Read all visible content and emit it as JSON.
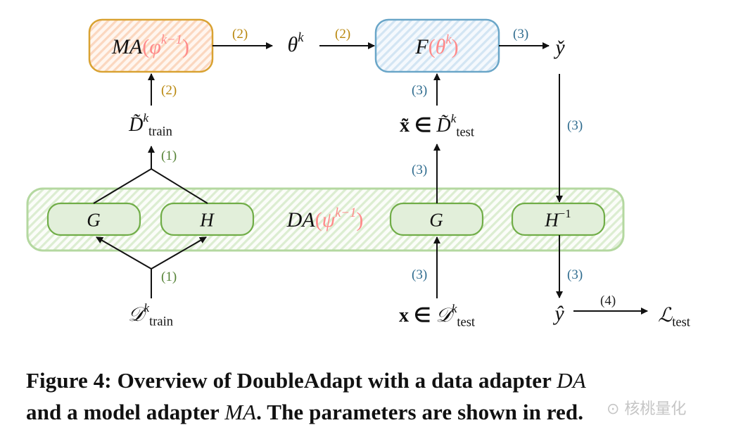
{
  "colors": {
    "ma_border": "#d9a232",
    "ma_fill_stripe": "#fbd7bf",
    "f_border": "#6aa6c8",
    "f_fill_stripe": "#cfe2f1",
    "da_border": "#b4d8a0",
    "da_stripe": "#dcedd1",
    "inner_border": "#70ad47",
    "inner_fill": "#e2efda",
    "param_red": "#ff8a8a",
    "step1": "#548235",
    "step2": "#b8860b",
    "step3": "#2e6b8e",
    "step4": "#222222"
  },
  "nodes": {
    "ma": {
      "prefix": "MA",
      "param": "φ",
      "param_sup": "k−1"
    },
    "f": {
      "prefix": "F",
      "param": "θ",
      "param_sup": "k"
    },
    "da": {
      "prefix": "DA",
      "param": "ψ",
      "param_sup": "k−1"
    },
    "g1": {
      "label": "G"
    },
    "h": {
      "label": "H"
    },
    "g2": {
      "label": "G"
    },
    "hinv": {
      "label": "H",
      "sup": "−1"
    }
  },
  "symbols": {
    "theta_k": {
      "base": "θ",
      "sup": "k"
    },
    "y_check": "y̌",
    "y_hat": "ŷ",
    "d_train_tilde": {
      "base": "D̃",
      "sup": "k",
      "sub": "train"
    },
    "d_train": {
      "base": "𝒟",
      "sup": "k",
      "sub": "train"
    },
    "x_tilde_test": {
      "prefix": "x̃ ∈ ",
      "base": "D̃",
      "sup": "k",
      "sub": "test"
    },
    "x_test": {
      "prefix": "x ∈ ",
      "base": "𝒟",
      "sup": "k",
      "sub": "test"
    },
    "loss": {
      "base": "ℒ",
      "sub": "test"
    }
  },
  "step_labels": {
    "ma_to_theta": "(2)",
    "theta_to_f": "(2)",
    "dtrain_to_ma": "(2)",
    "f_to_ycheck": "(3)",
    "xtilde_to_f": "(3)",
    "ycheck_down": "(3)",
    "g2_to_xtilde": "(3)",
    "x_to_g2": "(3)",
    "hinv_to_yhat": "(3)",
    "da_to_dtrain": "(1)",
    "dtrain_split": "(1)",
    "yhat_to_loss": "(4)"
  },
  "caption": {
    "line1_a": "Figure 4: Overview of DoubleAdapt with a data adapter ",
    "line1_b": "DA",
    "line2_a": "and a model adapter ",
    "line2_b": "MA",
    "line2_c": ". The parameters are shown in red."
  },
  "watermark": "⊙ 核桃量化"
}
